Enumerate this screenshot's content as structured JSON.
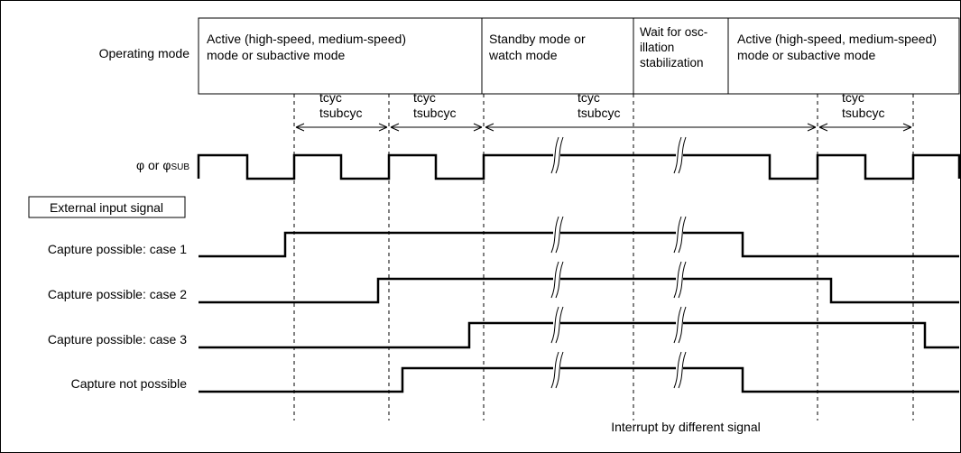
{
  "mode_row": {
    "label": "Operating mode",
    "modes": [
      [
        "Active (high-speed, medium-speed)",
        "mode or subactive mode"
      ],
      [
        "Standby mode or",
        "watch mode"
      ],
      [
        "Wait for osc-",
        "illation",
        "stabilization"
      ],
      [
        "Active (high-speed, medium-speed)",
        "mode or subactive mode"
      ]
    ]
  },
  "timing_labels": [
    [
      "tcyc",
      "tsubcyc"
    ],
    [
      "tcyc",
      "tsubcyc"
    ],
    [
      "tcyc",
      "tsubcyc"
    ],
    [
      "tcyc",
      "tsubcyc"
    ]
  ],
  "clock": {
    "label_main": "φ or φ",
    "label_sub": "SUB"
  },
  "external_input_label": "External input signal",
  "signals": [
    "Capture possible: case 1",
    "Capture possible: case 2",
    "Capture possible: case 3",
    "Capture not possible"
  ],
  "footer": "Interrupt by different signal"
}
